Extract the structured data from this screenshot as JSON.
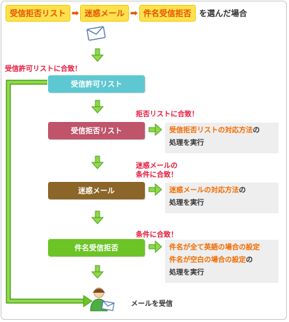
{
  "title": {
    "step1": "受信拒否リスト",
    "step2": "迷惑メール",
    "step3": "件名受信拒否",
    "arrow": "➡",
    "suffix": "を選んだ場合"
  },
  "nodes": {
    "allow": {
      "label": "受信許可リスト",
      "color": "#5ec8d2",
      "condition": "受信許可リストに合致！"
    },
    "deny": {
      "label": "受信拒否リスト",
      "color": "#c0546a",
      "condition": "拒否リストに合致！",
      "note_line1_a": "受信拒否リストの対応方法",
      "note_line1_b": "の",
      "note_line2": "処理を実行"
    },
    "spam": {
      "label": "迷惑メール",
      "color": "#8b6628",
      "condition_line1": "迷惑メールの",
      "condition_line2": "条件に合致！",
      "note_line1_a": "迷惑メールの対応方法",
      "note_line1_b": "の",
      "note_line2": "処理を実行"
    },
    "subject": {
      "label": "件名受信拒否",
      "color": "#6cc427",
      "condition": "条件に合致！",
      "note_line1_a": "件名が全て英語の場合の設定",
      "note_line2_a": "件名が空白の場合の設定",
      "note_line2_b": "の",
      "note_line3": "処理を実行"
    }
  },
  "receive_label": "メールを受信",
  "colors": {
    "flow_arrow": "#7fcc3a",
    "flow_arrow_dark": "#4ea01c",
    "emphasis": "#f36c00",
    "condition": "#e6193c"
  },
  "icons": {
    "start": "envelope-icon",
    "end": "user-with-mail-icon"
  }
}
